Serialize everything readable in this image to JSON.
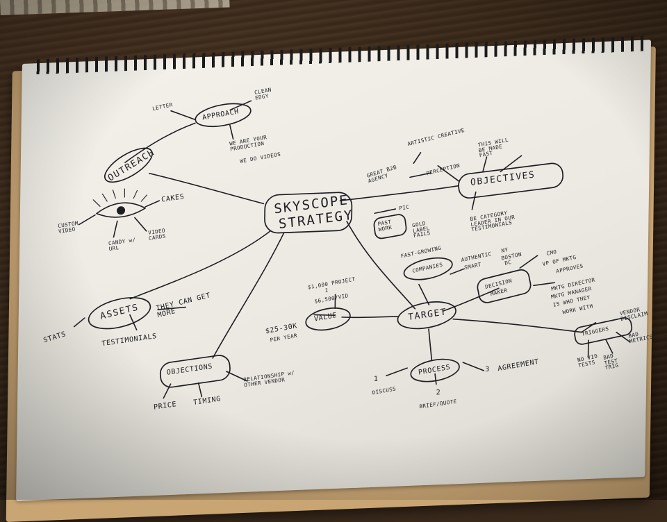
{
  "center": {
    "line1": "SKYSCOPE",
    "line2": "STRATEGY"
  },
  "outreach": {
    "label": "OUTREACH",
    "approach": "APPROACH",
    "letter": "LETTER",
    "clean_edgy": "CLEAN EDGY",
    "we_are": "WE ARE YOUR PRODUCTION",
    "we_do": "WE DO VIDEOS",
    "cakes": "CAKES",
    "custom_video": "CUSTOM VIDEO",
    "candy": "CANDY w/ URL",
    "video_cards": "VIDEO CARDS"
  },
  "objectives": {
    "label": "OBJECTIVES",
    "great": "GREAT B2B AGENCY",
    "perception": "PERCEPTION",
    "artistic": "ARTISTIC CREATIVE",
    "this_will": "THIS WILL BE MADE FAST",
    "be_category": "BE CATEGORY LEADER IN OUR TESTIMONIALS",
    "past_work": "PAST WORK",
    "pic": "PIC",
    "gold": "GOLD LABEL FAILS"
  },
  "assets": {
    "label": "ASSETS",
    "they_can": "THEY CAN GET MORE",
    "stats": "STATS",
    "testimonials": "TESTIMONIALS"
  },
  "objections": {
    "label": "OBJECTIONS",
    "relationship": "RELATIONSHIP w/ OTHER VENDOR",
    "price": "PRICE",
    "timing": "TIMING"
  },
  "target": {
    "label": "TARGET",
    "companies": "COMPANIES",
    "fast_growing": "FAST-GROWING",
    "authentic": "AUTHENTIC",
    "smart": "SMART",
    "ny": "NY",
    "boston": "BOSTON",
    "dc": "DC",
    "decision": "DECISION",
    "maker": "MAKER",
    "cmo": "CMO",
    "vp": "VP OF MKTG",
    "approves": "APPROVES",
    "director": "MKTG DIRECTOR",
    "manager": "MKTG MANAGER",
    "who": "IS WHO THEY",
    "work_with": "WORK WITH",
    "triggers": "TRIGGERS",
    "vendor": "VENDOR DISCLAIM",
    "bad": "BAD METRICS",
    "no_vid": "NO VID TESTS",
    "bad_test": "BAD TEST TRIG"
  },
  "value": {
    "label": "VALUE",
    "project": "$1,000 PROJECT",
    "one": "1",
    "per_vid": "$6,500/VID",
    "per_year": "$25-30K",
    "per_year2": "PER YEAR"
  },
  "process": {
    "label": "PROCESS",
    "n1": "1",
    "discuss": "DISCUSS",
    "n2": "2",
    "brief": "BRIEF/QUOTE",
    "n3": "3",
    "agreement": "AGREEMENT"
  }
}
